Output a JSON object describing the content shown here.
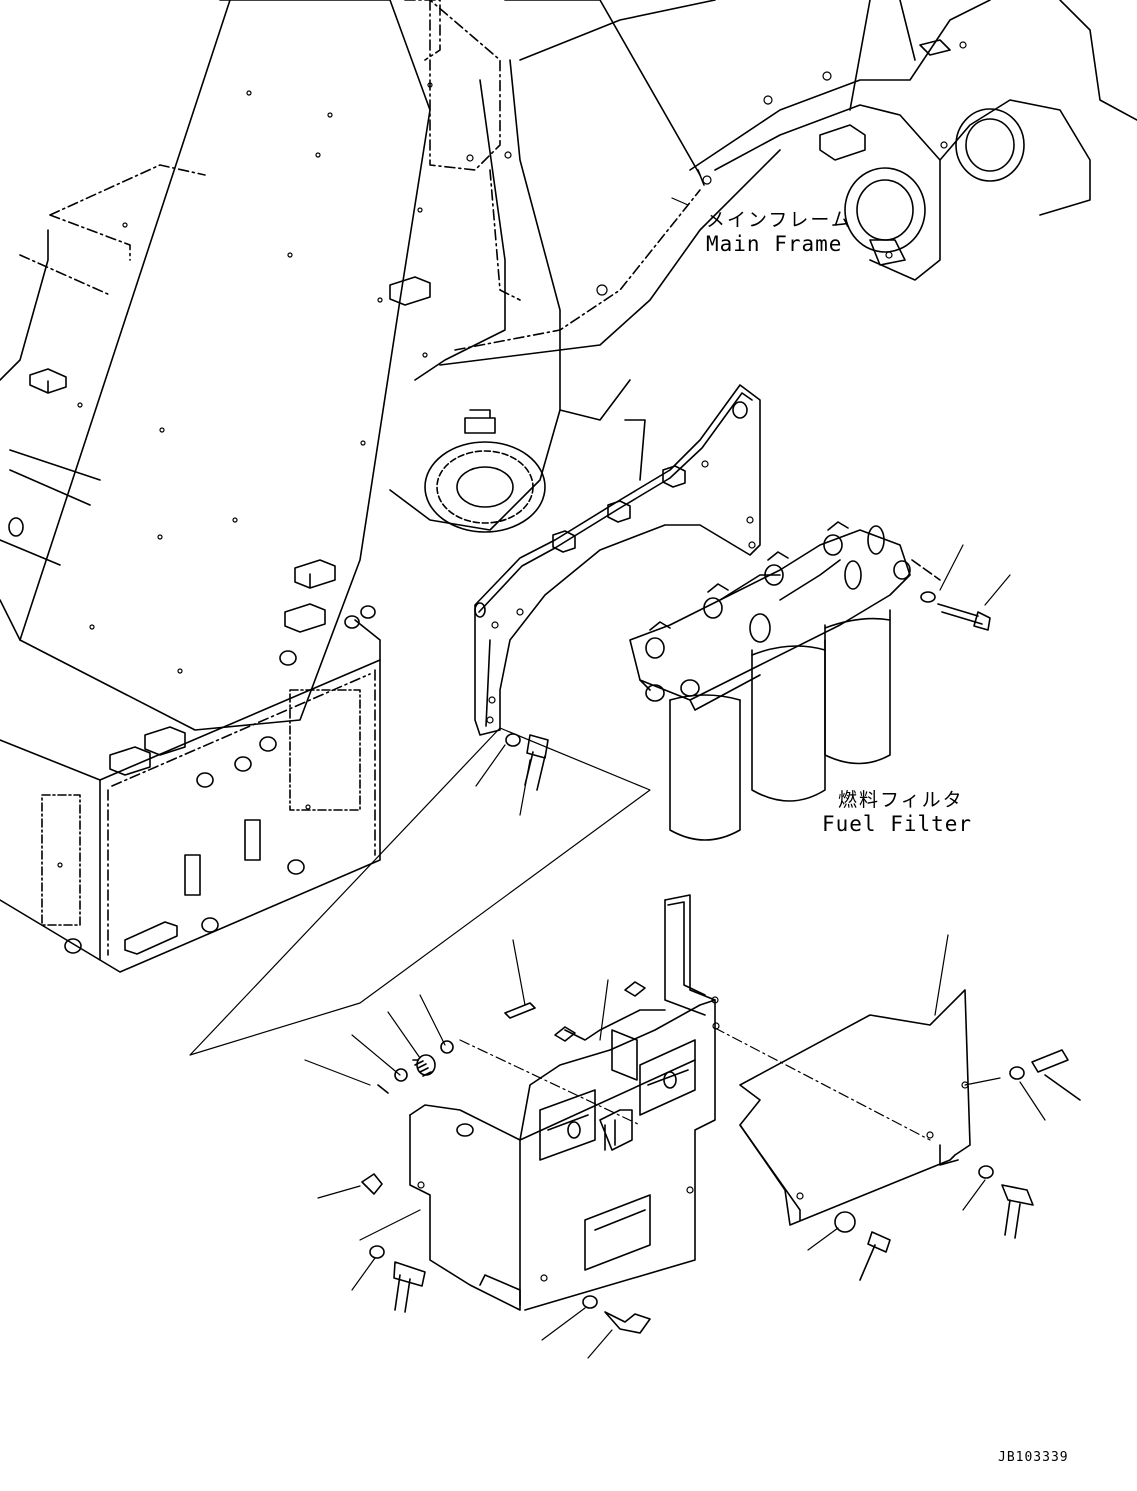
{
  "labels": {
    "main_frame_jp": "メインフレーム",
    "main_frame_en": "Main Frame",
    "fuel_filter_jp": "燃料フィルタ",
    "fuel_filter_en": "Fuel Filter"
  },
  "drawing_code": "JB103339",
  "colors": {
    "line": "#000000",
    "background": "#ffffff"
  }
}
